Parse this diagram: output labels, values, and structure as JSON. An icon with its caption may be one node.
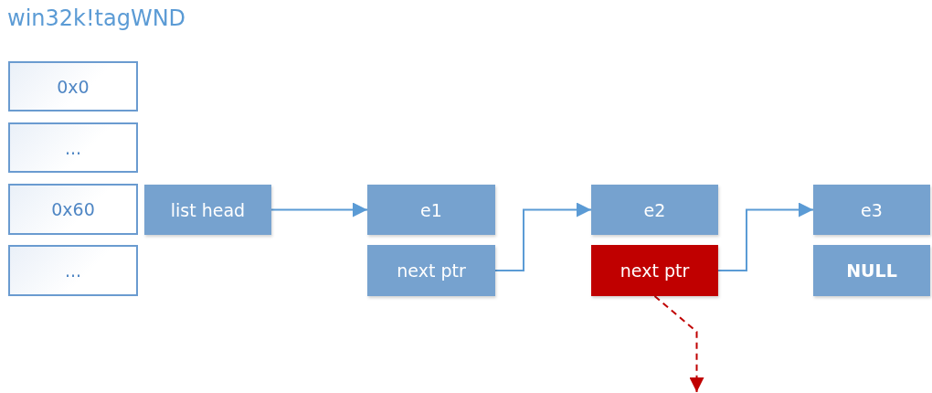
{
  "diagram": {
    "title": "win32k!tagWND",
    "nodes": [
      {
        "text": [
          "0x0"
        ]
      },
      {
        "text": [
          "..."
        ]
      },
      {
        "text": [
          "0x60"
        ]
      },
      {
        "text": [
          "..."
        ]
      },
      {
        "text": [
          "list head"
        ]
      },
      {
        "text": [
          "e1"
        ]
      },
      {
        "text": [
          "next ptr"
        ]
      },
      {
        "text": [
          "e2"
        ]
      },
      {
        "text": [
          "next ptr"
        ]
      },
      {
        "text": [
          "e3"
        ]
      },
      {
        "text": [
          "NULL"
        ]
      }
    ],
    "edges": [
      {
        "from": 4,
        "to": 5,
        "arrow": "to"
      },
      {
        "from": 6,
        "to": 7,
        "arrow": "to"
      },
      {
        "from": 8,
        "to": 9,
        "arrow": "to"
      },
      {
        "from": 8,
        "to": null,
        "arrow": "to",
        "style": "dashed",
        "color": "#c00000"
      }
    ]
  }
}
